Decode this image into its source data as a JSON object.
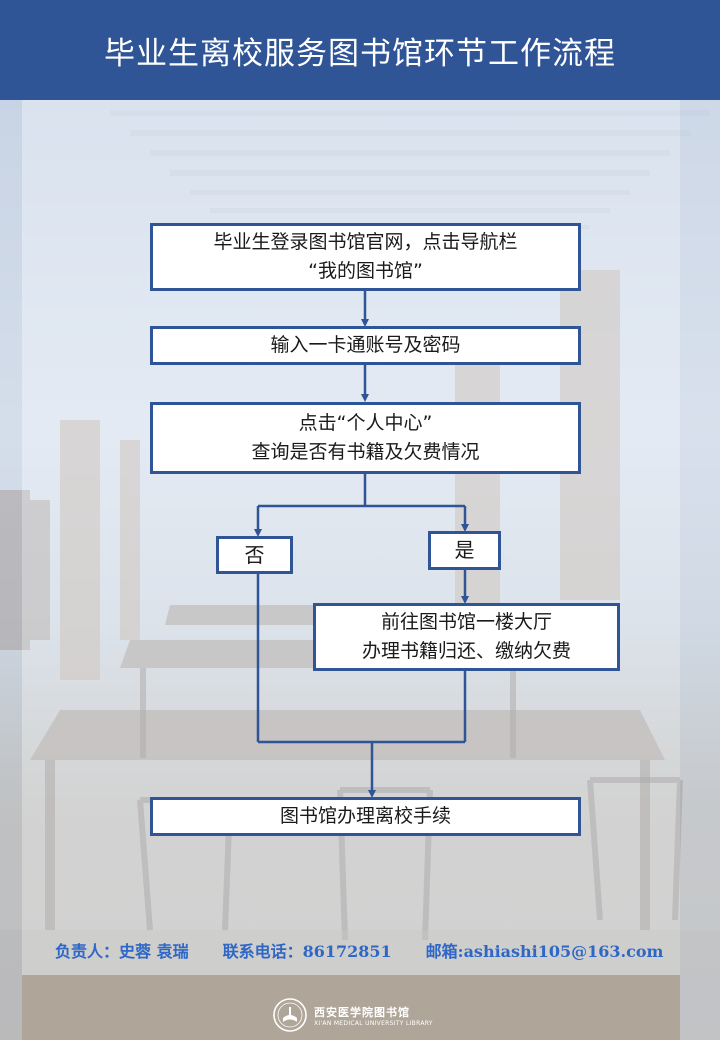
{
  "header": {
    "title": "毕业生离校服务图书馆环节工作流程"
  },
  "flow": {
    "step1": {
      "line1": "毕业生登录图书馆官网，点击导航栏",
      "line2": "“我的图书馆”"
    },
    "step2": {
      "text": "输入一卡通账号及密码"
    },
    "step3": {
      "line1": "点击“个人中心”",
      "line2": "查询是否有书籍及欠费情况"
    },
    "branch_no": "否",
    "branch_yes": "是",
    "step4": {
      "line1": "前往图书馆一楼大厅",
      "line2": "办理书籍归还、缴纳欠费"
    },
    "step5": {
      "text": "图书馆办理离校手续"
    }
  },
  "footer": {
    "contact_person": "负责人：史蓉 袁瑞",
    "phone": "联系电话：86172851",
    "email": "邮箱:ashiashi105@163.com"
  },
  "logo": {
    "name_cn": "西安医学院图书馆",
    "name_en": "XI'AN MEDICAL UNIVERSITY LIBRARY"
  },
  "colors": {
    "primary": "#2f5597",
    "footer_text": "#2f67c6"
  }
}
